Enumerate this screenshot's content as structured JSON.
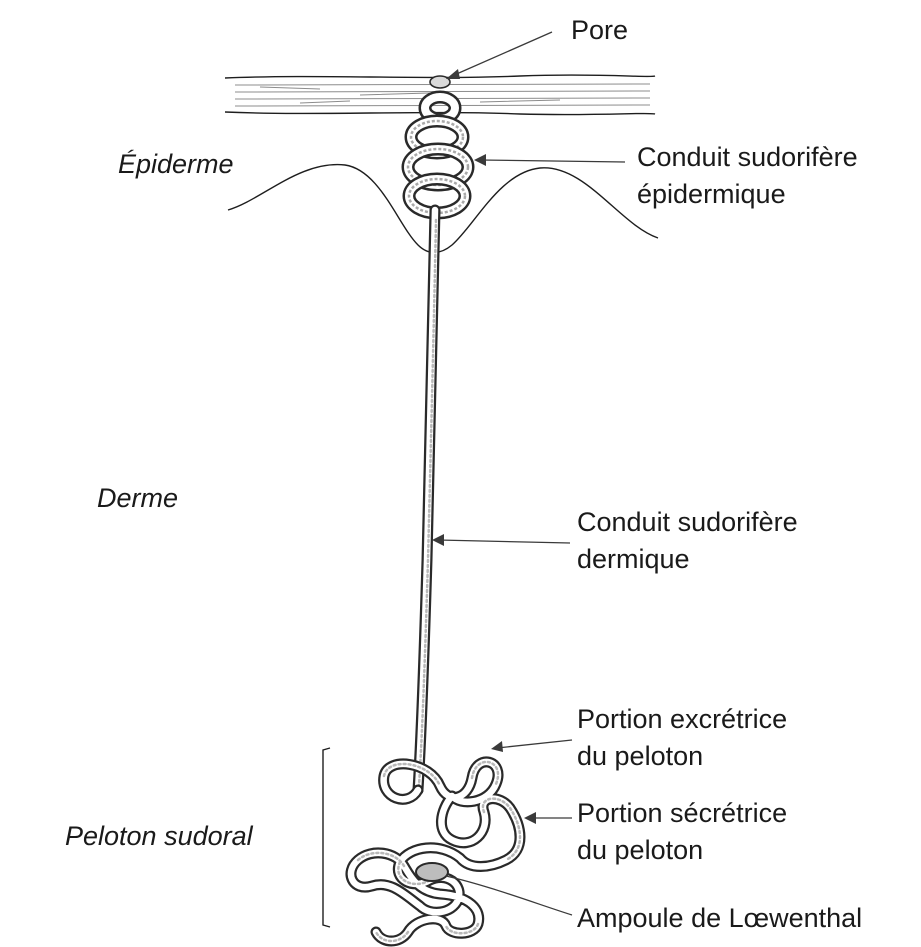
{
  "labels": {
    "pore": "Pore",
    "epiderme": "Épiderme",
    "conduit_epidermique_line1": "Conduit sudorifère",
    "conduit_epidermique_line2": "épidermique",
    "derme": "Derme",
    "conduit_dermique_line1": "Conduit sudorifère",
    "conduit_dermique_line2": "dermique",
    "portion_excretrice_line1": "Portion excrétrice",
    "portion_excretrice_line2": "du peloton",
    "portion_secretrice_line1": "Portion sécrétrice",
    "portion_secretrice_line2": "du peloton",
    "peloton_sudoral": "Peloton sudoral",
    "ampoule": "Ampoule de Lœwenthal"
  }
}
